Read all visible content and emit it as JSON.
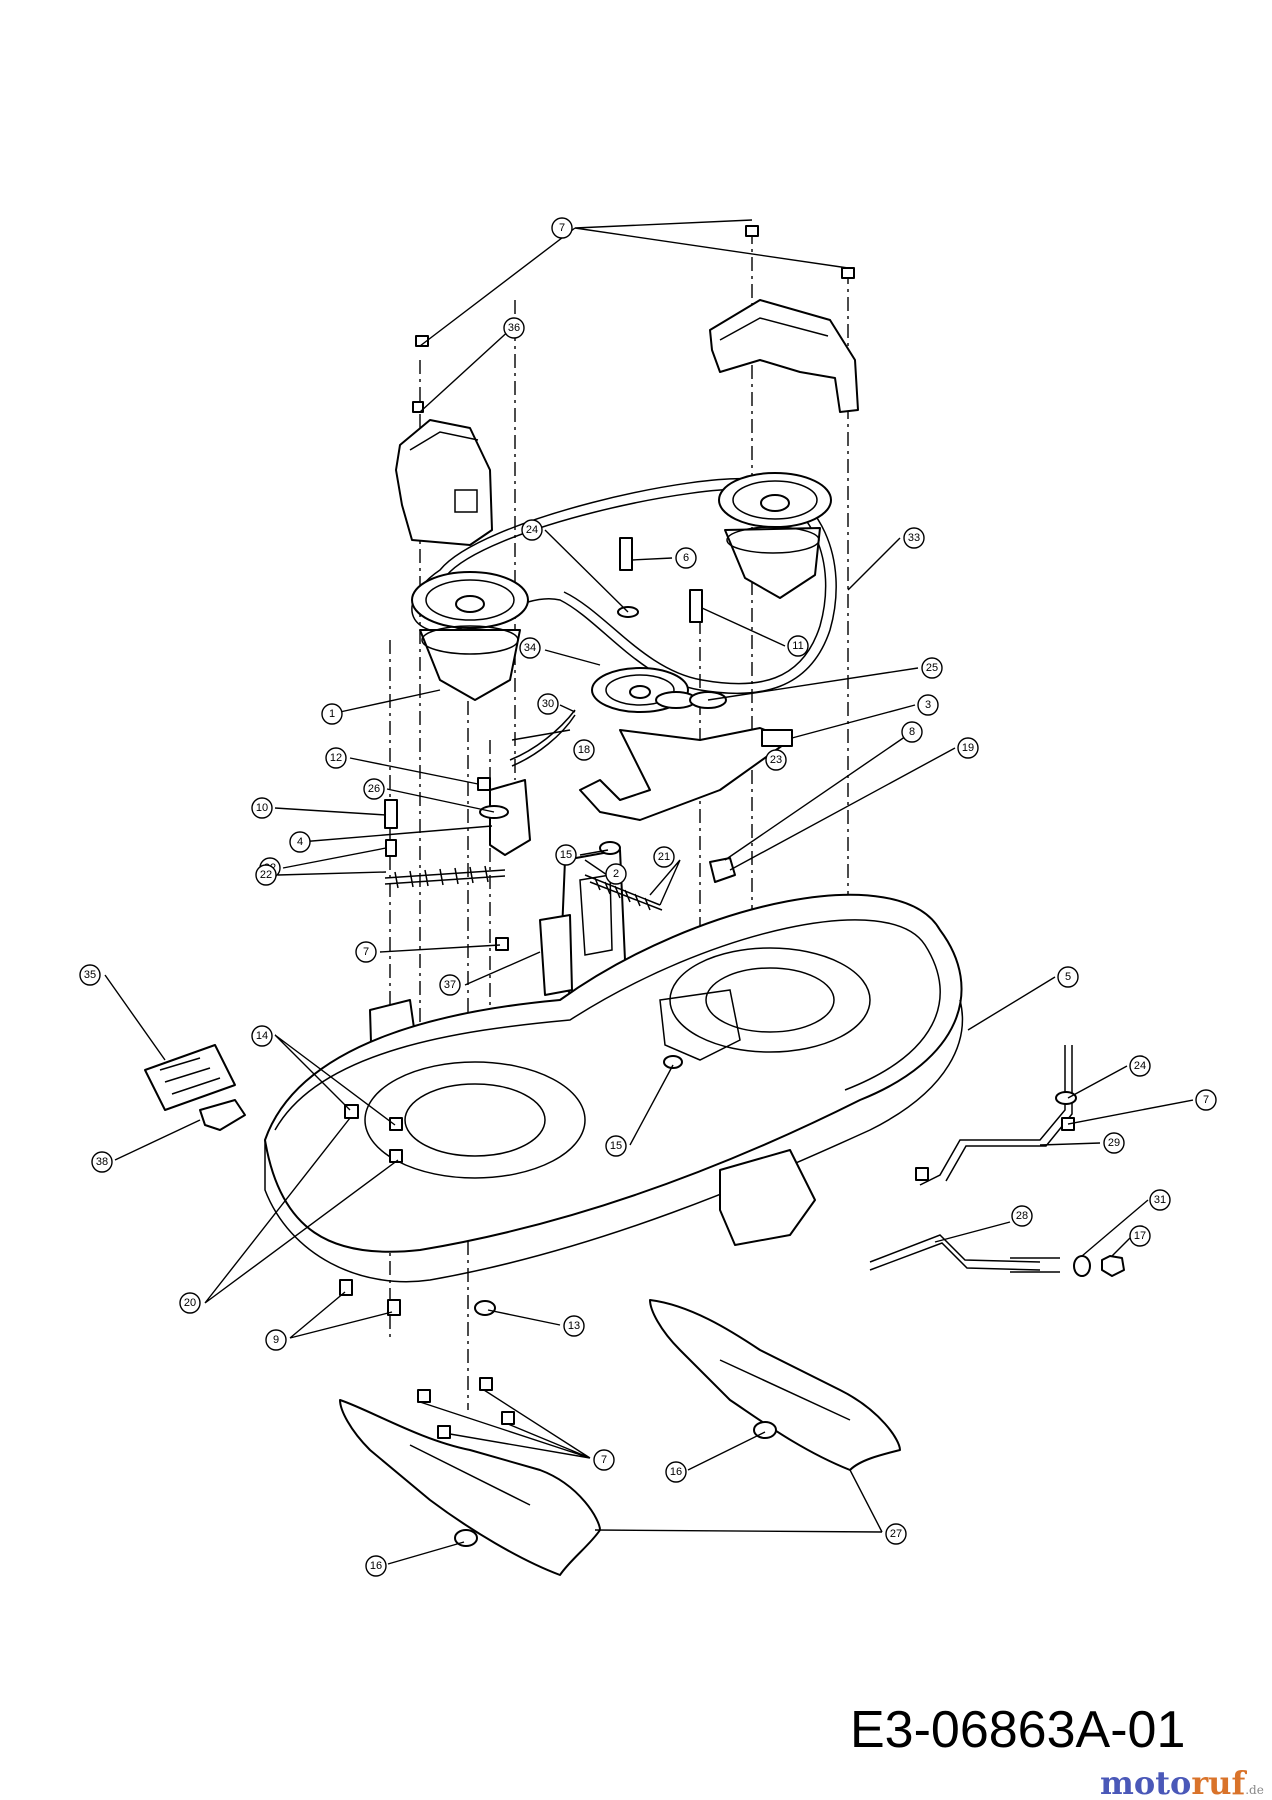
{
  "drawing_code": "E3-06863A-01",
  "watermark": {
    "moto": "moto",
    "ruf": "ruf",
    "tld": ".de"
  },
  "callouts": [
    "7",
    "36",
    "24",
    "6",
    "33",
    "11",
    "34",
    "25",
    "1",
    "30",
    "18",
    "3",
    "8",
    "19",
    "12",
    "26",
    "23",
    "10",
    "4",
    "15",
    "32",
    "2",
    "21",
    "22",
    "7",
    "37",
    "5",
    "35",
    "14",
    "24",
    "7",
    "29",
    "38",
    "15",
    "28",
    "31",
    "17",
    "20",
    "9",
    "13",
    "7",
    "16",
    "27",
    "16"
  ],
  "colors": {
    "line": "#000000",
    "background": "#ffffff",
    "brand_blue": "#4a58b8",
    "brand_orange": "#d9732a"
  }
}
